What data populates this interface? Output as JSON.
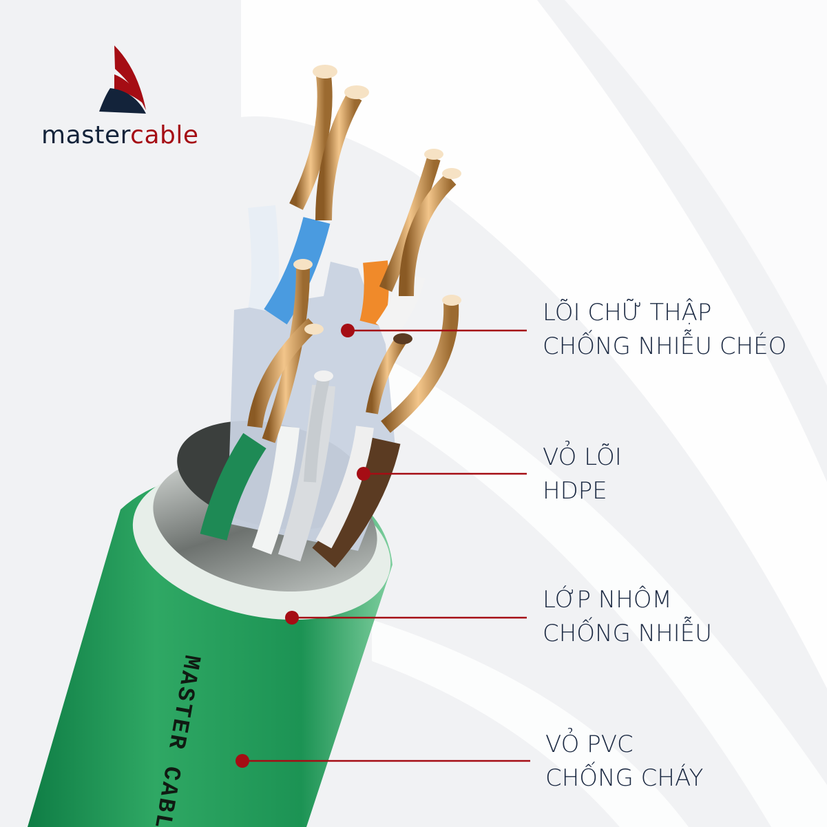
{
  "brand": {
    "part1": "master",
    "part2": "cable",
    "colors": {
      "navy": "#13233a",
      "red": "#a50d14"
    }
  },
  "cable_print": "MASTER CABLE",
  "callouts": [
    {
      "line1": "LÕI CHỮ THẬP",
      "line2": "CHỐNG NHIỄU CHÉO"
    },
    {
      "line1": "VỎ LÕI",
      "line2": "HDPE"
    },
    {
      "line1": "LỚP NHÔM",
      "line2": "CHỐNG NHIỄU"
    },
    {
      "line1": "VỎ PVC",
      "line2": "CHỐNG CHÁY"
    }
  ]
}
